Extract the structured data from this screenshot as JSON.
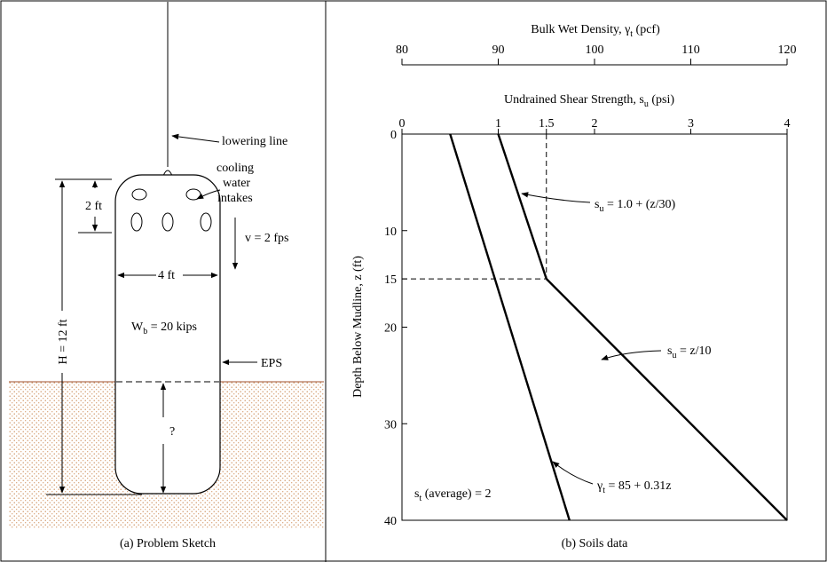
{
  "left_panel": {
    "caption": "(a) Problem Sketch",
    "lowering_line_label": "lowering line",
    "cooling_label_lines": [
      "cooling",
      "water",
      "intakes"
    ],
    "velocity_label": "v = 2 fps",
    "intake_spacing_label": "2 ft",
    "width_label": "4 ft",
    "weight_label_main": "W",
    "weight_label_sub": "b",
    "weight_label_rest": " = 20 kips",
    "eps_label": "EPS",
    "height_label": "H = 12 ft",
    "penetration_label": "?"
  },
  "right_panel": {
    "caption": "(b) Soils data",
    "top_axis_title_main": "Bulk Wet Density, γ",
    "top_axis_title_sub": "t",
    "top_axis_title_rest": " (pcf)",
    "top_ticks": [
      "80",
      "90",
      "100",
      "110",
      "120"
    ],
    "mid_axis_title_main": "Undrained Shear Strength, s",
    "mid_axis_title_sub": "u",
    "mid_axis_title_rest": " (psi)",
    "mid_ticks": [
      "0",
      "1",
      "1.5",
      "2",
      "3",
      "4"
    ],
    "y_axis_title": "Depth Below Mudline, z (ft)",
    "y_ticks": [
      "0",
      "10",
      "15",
      "20",
      "30",
      "40"
    ],
    "su_upper_label_main": "s",
    "su_upper_label_sub": "u",
    "su_upper_label_rest": " = 1.0 + (z/30)",
    "su_lower_label_main": "s",
    "su_lower_label_sub": "u",
    "su_lower_label_rest": " = z/10",
    "gamma_label_main": "γ",
    "gamma_label_sub": "t",
    "gamma_label_rest": " = 85 + 0.31z",
    "st_label_main": "s",
    "st_label_sub": "t",
    "st_label_rest": " (average) = 2"
  },
  "chart_data": {
    "type": "line",
    "ylabel": "Depth Below Mudline, z (ft)",
    "ylim": [
      40,
      0
    ],
    "x_axes": [
      {
        "label": "Bulk Wet Density, γt (pcf)",
        "range": [
          80,
          120
        ]
      },
      {
        "label": "Undrained Shear Strength, su (psi)",
        "range": [
          0,
          4
        ]
      }
    ],
    "series": [
      {
        "name": "su = 1.0 + (z/30)",
        "axis": "Undrained Shear Strength, su (psi)",
        "points": [
          [
            1.0,
            0
          ],
          [
            1.5,
            15
          ]
        ]
      },
      {
        "name": "su = z/10",
        "axis": "Undrained Shear Strength, su (psi)",
        "points": [
          [
            1.5,
            15
          ],
          [
            4.0,
            40
          ]
        ]
      },
      {
        "name": "γt = 85 + 0.31z",
        "axis": "Bulk Wet Density, γt (pcf)",
        "points": [
          [
            85,
            0
          ],
          [
            97.4,
            40
          ]
        ]
      }
    ],
    "reference_lines": [
      {
        "type": "vertical",
        "x": 1.5,
        "z_range": [
          0,
          15
        ]
      },
      {
        "type": "horizontal",
        "z": 15,
        "x_range": [
          0,
          1.5
        ]
      }
    ],
    "annotation": "st (average) = 2"
  }
}
